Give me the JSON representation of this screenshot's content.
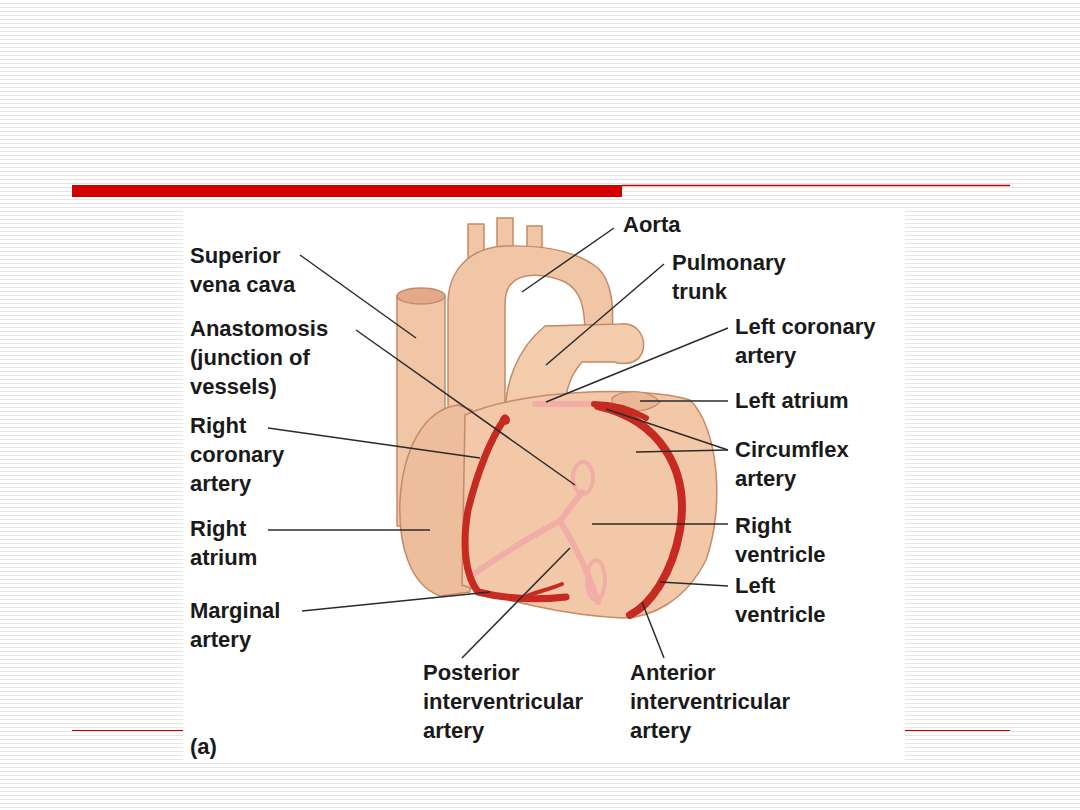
{
  "diagram": {
    "labels": [
      "Aorta",
      "Pulmonary trunk",
      "Superior vena cava",
      "Anastomosis (junction of vessels)",
      "Left coronary artery",
      "Left atrium",
      "Right coronary artery",
      "Circumflex artery",
      "Right atrium",
      "Right ventricle",
      "Left ventricle",
      "Marginal artery",
      "Posterior interventricular artery",
      "Anterior interventricular artery",
      "(a)"
    ]
  }
}
